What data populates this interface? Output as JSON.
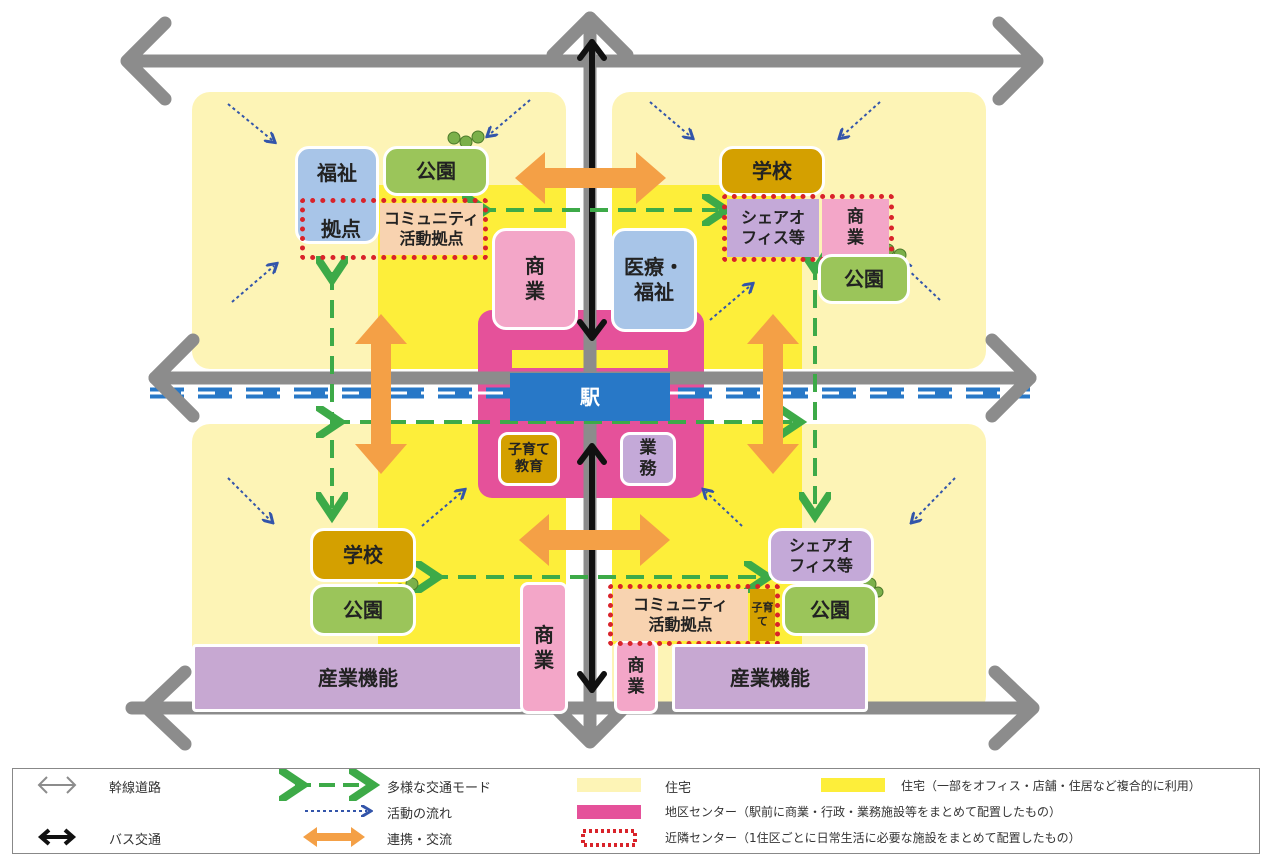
{
  "colors": {
    "residential": "#fdf4b6",
    "mixed_residential": "#fdee3a",
    "district_center": "#e5519a",
    "station": "#2878c7",
    "welfare": "#a8c5e8",
    "park": "#9bc55a",
    "school": "#d4a000",
    "commerce": "#f3a6c8",
    "share_office": "#c4a9d8",
    "community": "#f8d3b0",
    "industry": "#c7a8d2",
    "road": "#8c8c8c",
    "transit_green": "#3daa48",
    "link_orange": "#f4a046",
    "activity_blue": "#3355aa",
    "bus_black": "#111111",
    "neighborhood_dotted": "#d9232a"
  },
  "nodes": {
    "nw_welfare": "福祉",
    "nw_base": "拠点",
    "nw_park": "公園",
    "nw_community": "コミュニティ\n活動拠点",
    "center_commerce": "商\n業",
    "center_medical": "医療・\n福祉",
    "station": "駅",
    "center_childcare": "子育て\n教育",
    "center_business": "業\n務",
    "ne_school": "学校",
    "ne_share_office": "シェアオ\nフィス等",
    "ne_commerce": "商\n業",
    "ne_park": "公園",
    "sw_school": "学校",
    "sw_park": "公園",
    "sw_industry": "産業機能",
    "s_commerce": "商\n業",
    "s_commerce2": "商\n業",
    "se_share_office": "シェアオ\nフィス等",
    "se_community": "コミュニティ\n活動拠点",
    "se_childcare": "子育\nて",
    "se_park": "公園",
    "se_industry": "産業機能"
  },
  "legend": {
    "arterial_road": "幹線道路",
    "diverse_transport": "多様な交通モード",
    "activity_flow": "活動の流れ",
    "bus_transit": "バス交通",
    "link_exchange": "連携・交流",
    "residential": "住宅",
    "mixed_residential": "住宅（一部をオフィス・店舗・住居など複合的に利用）",
    "district_center": "地区センター（駅前に商業・行政・業務施設等をまとめて配置したもの）",
    "neighborhood_center": "近隣センター（1住区ごとに日常生活に必要な施設をまとめて配置したもの）"
  }
}
